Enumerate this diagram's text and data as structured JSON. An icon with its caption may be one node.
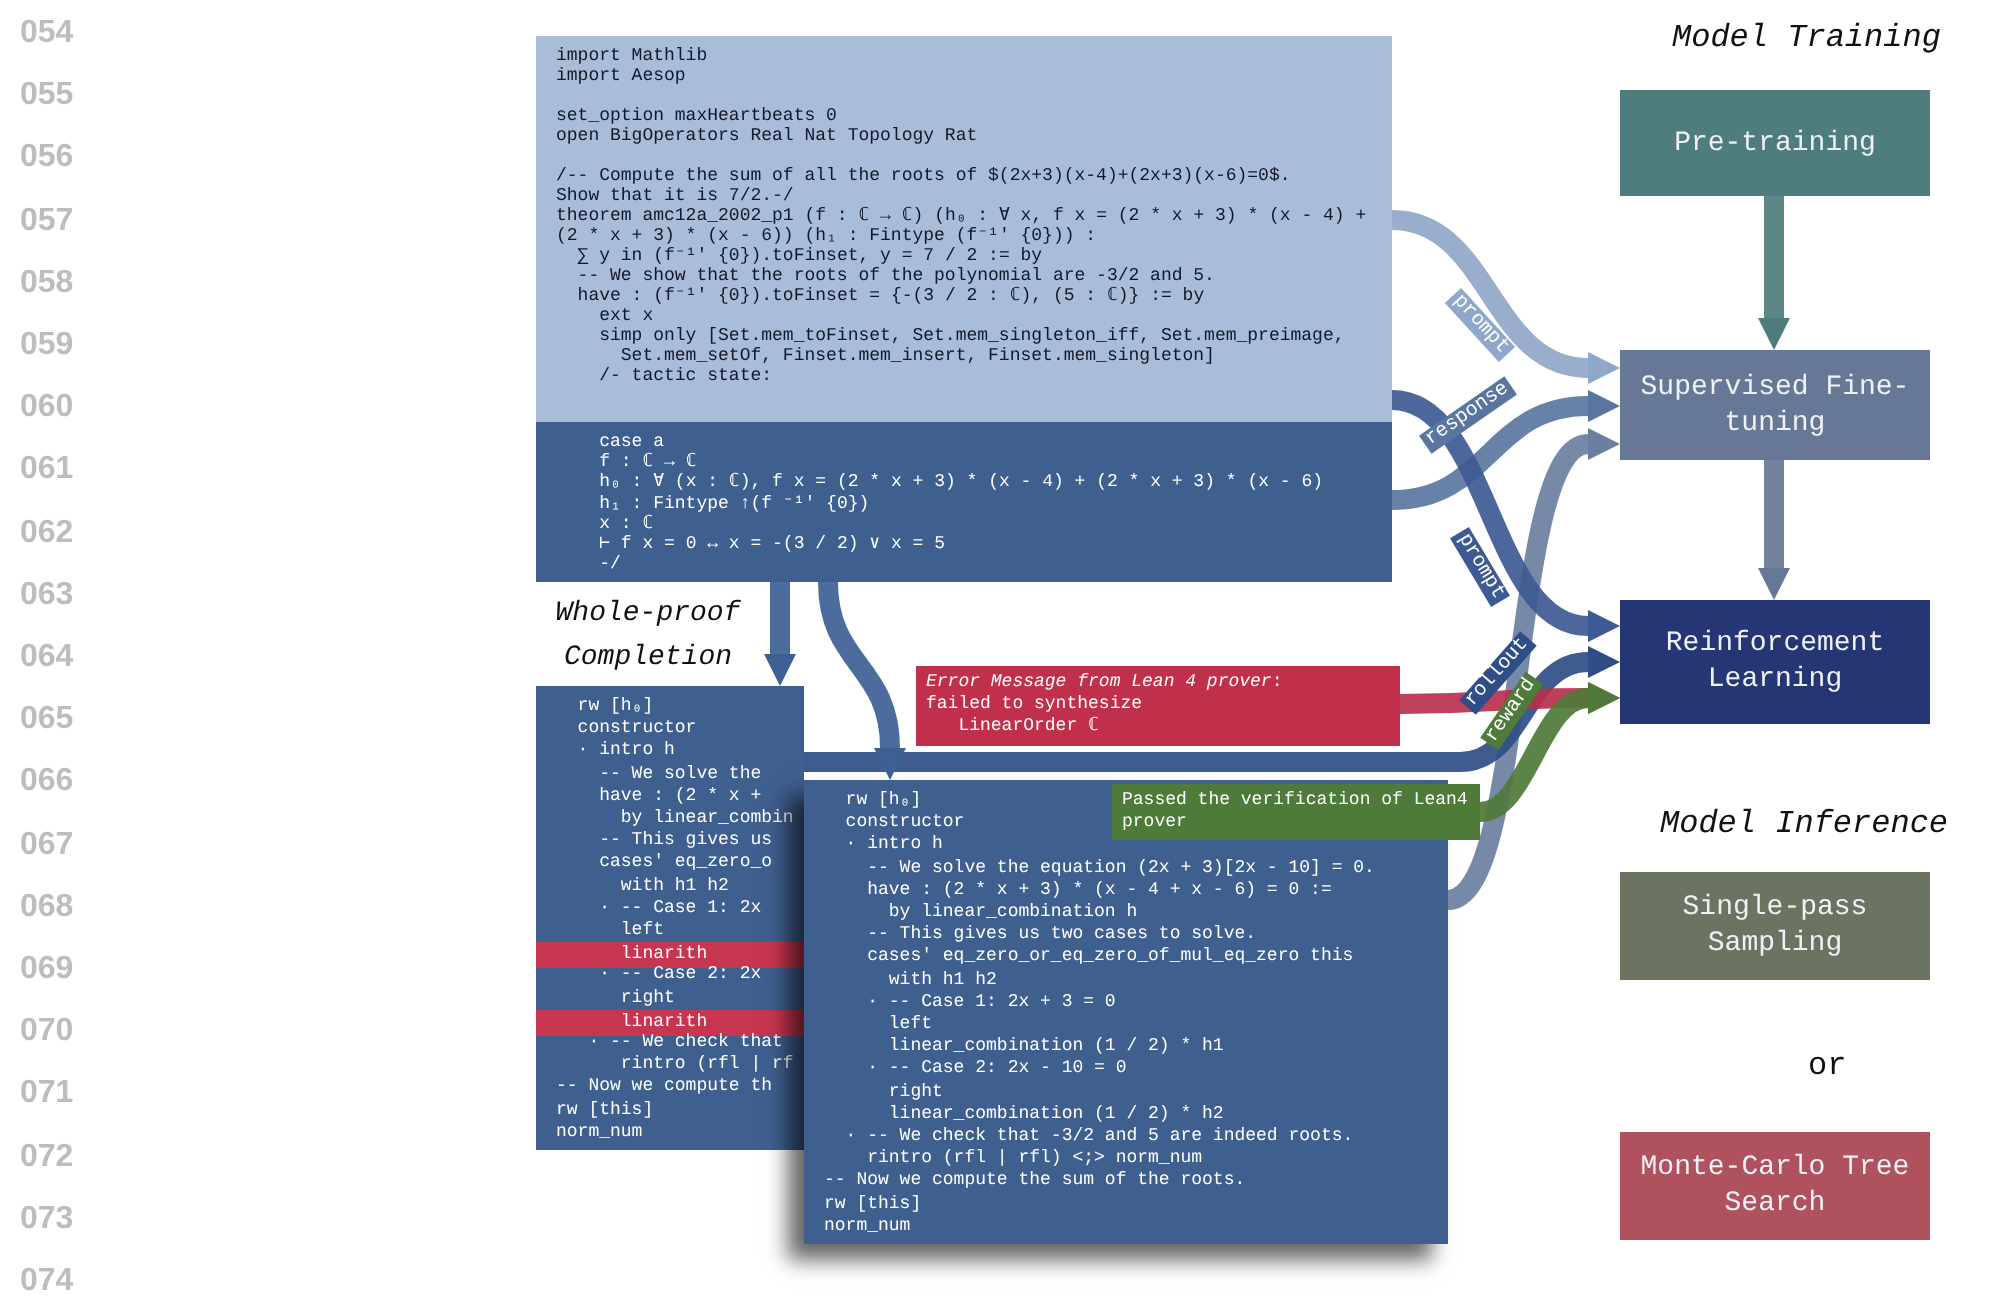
{
  "diagram": {
    "nodes": [
      {
        "text": [
          "import Mathlib",
          "import Aesop",
          "set_option maxHeartbeats 0",
          "open BigOperators Real Nat Topology Rat",
          "/-- Compute the sum of all the roots of $(2x+3)(x-4)+(2x+3)(x-6)=0$.",
          "Show that it is 7/2.-/",
          "theorem amc12a_2002_p1 (f : ℂ → ℂ) (h₀ : ∀ x, f x = (2 * x + 3) * (x - 4) +",
          "(2 * x + 3) * (x - 6)) (h₁ : Fintype (f⁻¹' {0})) :",
          "  ∑ y in (f⁻¹' {0}).toFinset, y = 7 / 2 := by",
          "  -- We show that the roots of the polynomial are -3/2 and 5.",
          "  have : (f⁻¹' {0}).toFinset = {-(3 / 2 : ℂ), (5 : ℂ)} := by",
          "    ext x",
          "    simp only [Set.mem_toFinset, Set.mem_singleton_iff, Set.mem_preimage,",
          "      Set.mem_setOf, Finset.mem_insert, Finset.mem_singleton]",
          "    /- tactic state:"
        ]
      },
      {
        "text": [
          "    case a",
          "    f : ℂ → ℂ",
          "    h₀ : ∀ (x : ℂ), f x = (2 * x + 3) * (x - 4) + (2 * x + 3) * (x - 6)",
          "    h₁ : Fintype ↑(f ⁻¹' {0})",
          "    x : ℂ",
          "    ⊢ f x = 0 ↔ x = -(3 / 2) ∨ x = 5",
          "    -/"
        ]
      },
      {
        "text": [
          "  rw [h₀]",
          "  constructor",
          "  · intro h",
          "    -- We solve the",
          "    have : (2 * x +",
          "      by linear_combin",
          "    -- This gives us",
          "    cases' eq_zero_o",
          "      with h1 h2",
          "    · -- Case 1: 2x",
          "      left",
          "    · -- Case 2: 2x",
          "      right",
          "   · -- We check that",
          "      rintro (rfl | rf",
          "-- Now we compute th",
          "rw [this]",
          "norm_num"
        ]
      },
      {
        "text": [
          "      linarith"
        ],
        "in": 2
      },
      {
        "text": [
          "      linarith"
        ],
        "in": 2
      },
      {
        "text": [
          "  rw [h₀]",
          "  constructor",
          "  · intro h",
          "    -- We solve the equation (2x + 3)[2x - 10] = 0.",
          "    have : (2 * x + 3) * (x - 4 + x - 6) = 0 :=",
          "      by linear_combination h",
          "    -- This gives us two cases to solve.",
          "    cases' eq_zero_or_eq_zero_of_mul_eq_zero this",
          "      with h1 h2",
          "    · -- Case 1: 2x + 3 = 0",
          "      left",
          "      linear_combination (1 / 2) * h1",
          "    · -- Case 2: 2x - 10 = 0",
          "      right",
          "      linear_combination (1 / 2) * h2",
          "  · -- We check that -3/2 and 5 are indeed roots.",
          "    rintro (rfl | rfl) <;> norm_num",
          "-- Now we compute the sum of the roots.",
          "rw [this]",
          "norm_num"
        ]
      },
      {
        "text": [
          "*Error Message from Lean 4 prover*:",
          "failed to synthesize",
          "   LinearOrder ℂ"
        ]
      },
      {
        "text": [
          "Passed the verification of Lean4 prover"
        ]
      },
      {
        "text": [
          "Pre-training"
        ]
      },
      {
        "text": [
          "Supervised Fine-tuning"
        ]
      },
      {
        "text": [
          "Reinforcement Learning"
        ]
      },
      {
        "text": [
          "Single-pass Sampling"
        ]
      },
      {
        "text": [
          "Monte-Carlo Tree Search"
        ]
      }
    ],
    "edges": [
      {
        "from": 0,
        "to": 9,
        "arrow": "to",
        "label": "prompt",
        "color": "#8fa7c8"
      },
      {
        "from": 1,
        "to": 9,
        "arrow": "to",
        "label": "response",
        "color": "#5a76a0"
      },
      {
        "from": 5,
        "to": 9,
        "arrow": "to",
        "color": "#6a7fa0"
      },
      {
        "from": 0,
        "to": 10,
        "arrow": "to",
        "label": "prompt",
        "color": "#3e5a94"
      },
      {
        "from": 2,
        "to": 10,
        "arrow": "to",
        "label": "rollout",
        "color": "#2f4d86"
      },
      {
        "from": 6,
        "to": 10,
        "arrow": "to",
        "color": "#b8304c"
      },
      {
        "from": 7,
        "to": 10,
        "arrow": "to",
        "label": "reward",
        "color": "#4e7a3a"
      },
      {
        "from": 1,
        "to": 2,
        "arrow": "to",
        "color": "#3c5f94"
      },
      {
        "from": 1,
        "to": 5,
        "arrow": "to",
        "color": "#3c5f94"
      },
      {
        "from": 8,
        "to": 9,
        "arrow": "to",
        "color": "#4f7c7c"
      },
      {
        "from": 9,
        "to": 10,
        "arrow": "to",
        "color": "#667895"
      }
    ],
    "labels": [
      "054",
      "055",
      "056",
      "057",
      "058",
      "059",
      "060",
      "061",
      "062",
      "063",
      "064",
      "065",
      "066",
      "067",
      "068",
      "069",
      "070",
      "071",
      "072",
      "073",
      "074",
      "Whole-proof Completion",
      "Model Training",
      "Model Inference",
      "or"
    ]
  }
}
